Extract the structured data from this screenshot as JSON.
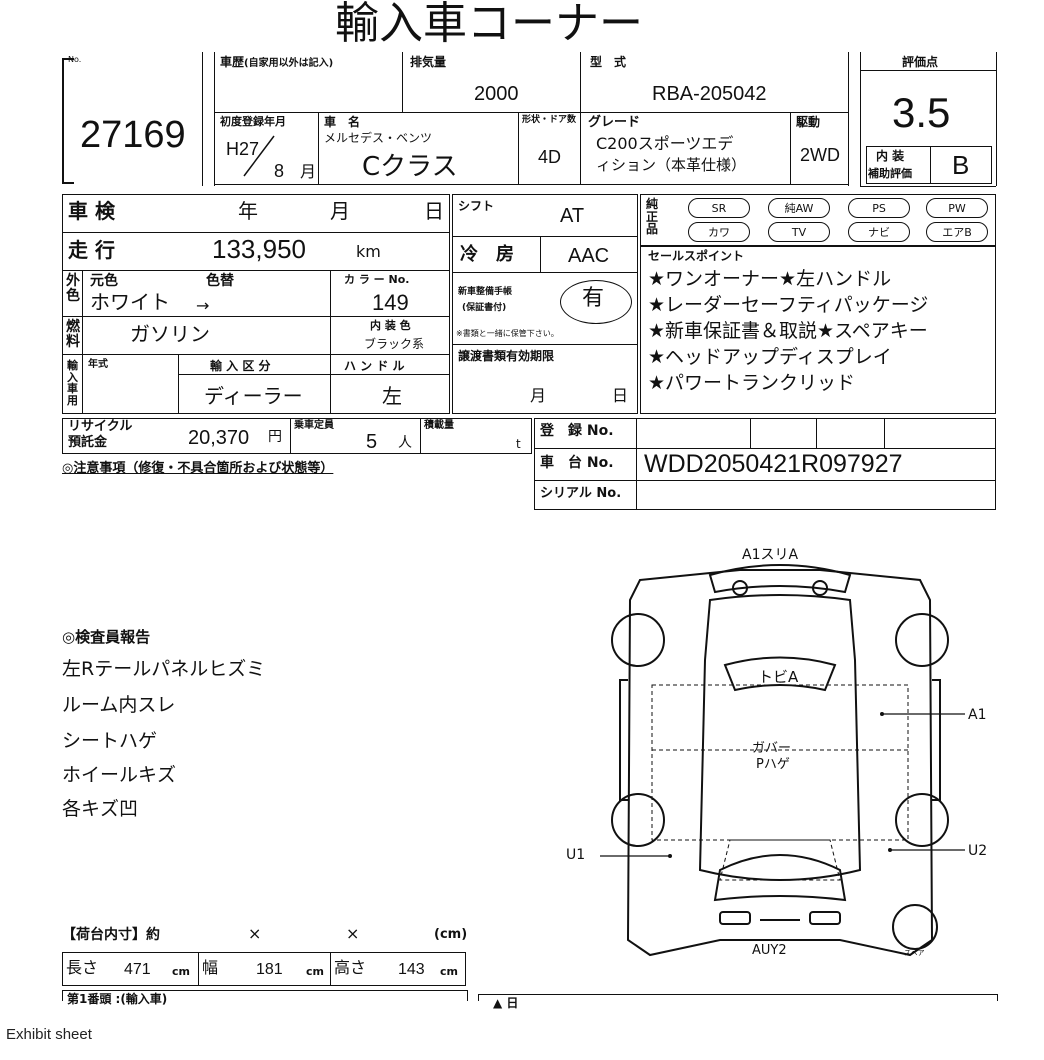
{
  "header": {
    "title": "輸入車コーナー"
  },
  "lot": {
    "label": "No.",
    "number": "27169"
  },
  "history": {
    "label": "車歴",
    "note": "(自家用以外は記入)"
  },
  "displacement": {
    "label": "排気量",
    "value": "2000"
  },
  "model": {
    "label": "型　式",
    "value": "RBA-205042"
  },
  "grade_score": {
    "label": "評価点",
    "value": "3.5"
  },
  "first_reg": {
    "label": "初度登録年月",
    "year": "H27",
    "month": "8",
    "month_unit": "月"
  },
  "car_name": {
    "label": "車　名",
    "maker": "メルセデス・ベンツ",
    "name": "Cクラス"
  },
  "doors": {
    "label": "形状・ドア数",
    "value": "4D"
  },
  "grade": {
    "label": "グレード",
    "line1": "C200スポーツエデ",
    "line2": "ィション（本革仕様）"
  },
  "drive": {
    "label": "駆動",
    "value": "2WD"
  },
  "interior_grade": {
    "label1": "内 装",
    "label2": "補助評価",
    "value": "B"
  },
  "inspection": {
    "label": "車 検",
    "y": "年",
    "m": "月",
    "d": "日"
  },
  "mileage": {
    "label": "走 行",
    "value": "133,950",
    "unit": "km"
  },
  "shift": {
    "label": "シフト",
    "value": "AT"
  },
  "aircon": {
    "label": "冷　房",
    "value": "AAC"
  },
  "options": {
    "label": "純正品",
    "items": [
      "SR",
      "純AW",
      "PS",
      "PW",
      "カワ",
      "TV",
      "ナビ",
      "エアB"
    ]
  },
  "color": {
    "side": "外色",
    "orig_label": "元色",
    "change_label": "色替",
    "orig_value": "ホワイト",
    "arrow": "→",
    "code_label": "カ ラ ー No.",
    "code_value": "149"
  },
  "fuel": {
    "side": "燃料",
    "value": "ガソリン",
    "int_label": "内 装 色",
    "int_value": "ブラック系"
  },
  "warranty": {
    "label1": "新車整備手帳",
    "label2": "(保証書付)",
    "value": "有",
    "note": "※書類と一緒に保管下さい。"
  },
  "sales_point": {
    "label": "セールスポイント",
    "lines": [
      "★ワンオーナー★左ハンドル",
      "★レーダーセーフティパッケージ",
      "★新車保証書＆取説★スペアキー",
      "★ヘッドアップディスプレイ",
      "★パワートランクリッド"
    ]
  },
  "import": {
    "side": "輸入車用",
    "year_label": "年式",
    "kind_label": "輸 入 区 分",
    "kind_value": "ディーラー",
    "handle_label": "ハ ン ド ル",
    "handle_value": "左"
  },
  "transfer": {
    "label": "譲渡書類有効期限",
    "m": "月",
    "d": "日"
  },
  "recycle": {
    "label1": "リサイクル",
    "label2": "預託金",
    "value": "20,370",
    "unit": "円"
  },
  "capacity": {
    "label": "乗車定員",
    "value": "5",
    "unit": "人"
  },
  "load": {
    "label": "積載量",
    "unit": "t"
  },
  "registration": {
    "label": "登　録 No."
  },
  "chassis": {
    "label": "車　台 No.",
    "value": "WDD2050421R097927"
  },
  "serial": {
    "label": "シリアル No."
  },
  "notes": {
    "label": "◎注意事項（修復・不具合箇所および状態等）"
  },
  "inspector": {
    "label": "◎検査員報告",
    "lines": [
      "左Rテールパネルヒズミ",
      "ルーム内スレ",
      "シートハゲ",
      "ホイールキズ",
      "各キズ凹"
    ]
  },
  "diagram": {
    "top": "A1スリA",
    "roof": "トビA",
    "center1": "ガバー",
    "center2": "Pハゲ",
    "right1": "A1",
    "left1": "U1",
    "right2": "U2",
    "bottom": "AUY2",
    "spare": "スペア"
  },
  "cargo": {
    "label": "【荷台内寸】約",
    "x": "×",
    "unit": "(cm)",
    "len_label": "長さ",
    "len": "471",
    "wid_label": "幅",
    "wid": "181",
    "hei_label": "高さ",
    "hei": "143",
    "cm": "cm"
  },
  "cut_text": {
    "owner": "第1番頭 :(輸入車)",
    "right": "▲ 日"
  },
  "caption": "Exhibit sheet"
}
